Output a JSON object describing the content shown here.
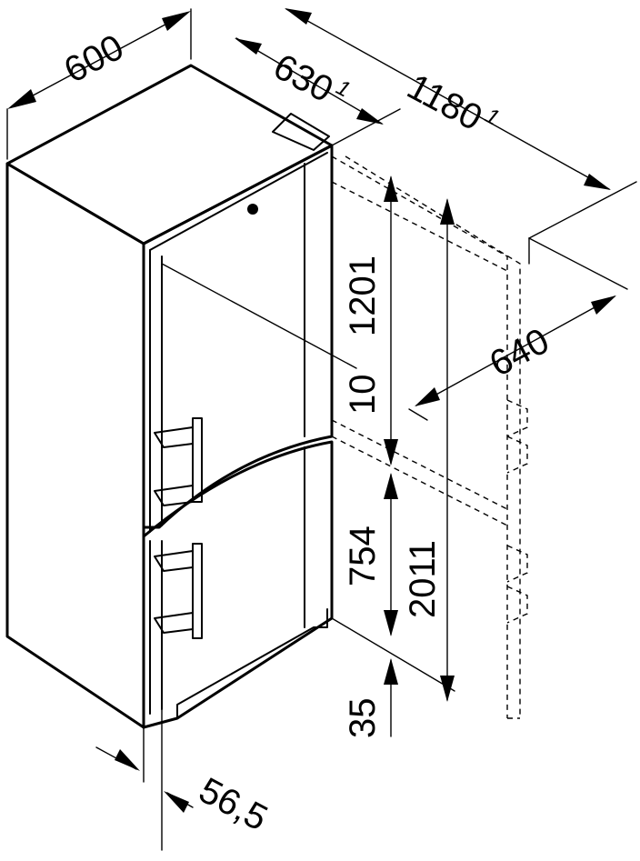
{
  "dimensions": {
    "width": "600",
    "depth": "630",
    "depth_note": "1",
    "depth_open": "1180",
    "depth_open_note": "1",
    "niche_depth": "640",
    "fridge_height": "1201",
    "gap": "10",
    "freezer_height": "754",
    "total_height": "2011",
    "plinth": "35",
    "offset": "56,5"
  }
}
